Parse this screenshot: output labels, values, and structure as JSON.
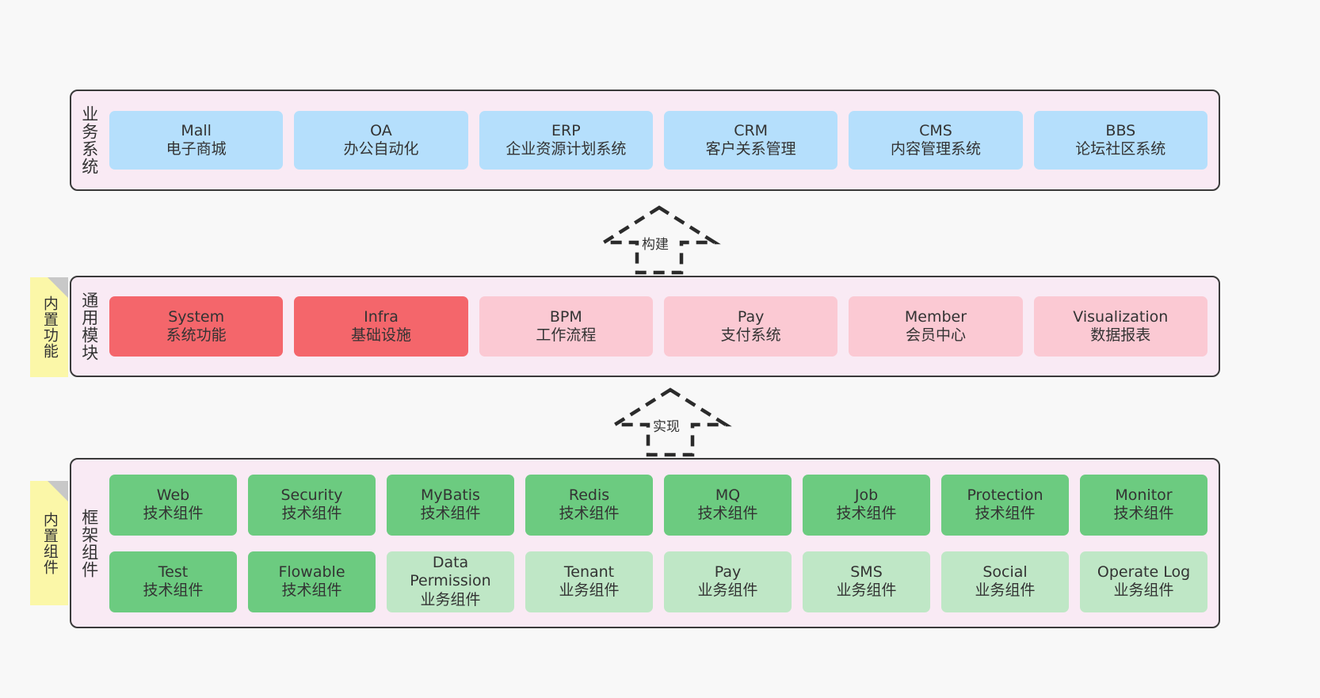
{
  "page": {
    "background": "#f8f8f8",
    "layer_fill": "#f9eaf4",
    "layer_border": "#3a3a3a",
    "note_fill": "#fbf7a8",
    "colors": {
      "business": "#b5dffc",
      "core_module": "#f4666b",
      "module": "#fbc9d3",
      "tech_component": "#6ccb80",
      "biz_component": "#bfe7c6"
    }
  },
  "layers": {
    "business": {
      "title": "业务系统",
      "cards": [
        {
          "en": "Mall",
          "cn": "电子商城"
        },
        {
          "en": "OA",
          "cn": "办公自动化"
        },
        {
          "en": "ERP",
          "cn": "企业资源计划系统"
        },
        {
          "en": "CRM",
          "cn": "客户关系管理"
        },
        {
          "en": "CMS",
          "cn": "内容管理系统"
        },
        {
          "en": "BBS",
          "cn": "论坛社区系统"
        }
      ]
    },
    "common": {
      "title": "通用模块",
      "note": "内置功能",
      "cards": [
        {
          "en": "System",
          "cn": "系统功能"
        },
        {
          "en": "Infra",
          "cn": "基础设施"
        },
        {
          "en": "BPM",
          "cn": "工作流程"
        },
        {
          "en": "Pay",
          "cn": "支付系统"
        },
        {
          "en": "Member",
          "cn": "会员中心"
        },
        {
          "en": "Visualization",
          "cn": "数据报表"
        }
      ]
    },
    "framework": {
      "title": "框架组件",
      "note": "内置组件",
      "row1": [
        {
          "en": "Web",
          "cn": "技术组件"
        },
        {
          "en": "Security",
          "cn": "技术组件"
        },
        {
          "en": "MyBatis",
          "cn": "技术组件"
        },
        {
          "en": "Redis",
          "cn": "技术组件"
        },
        {
          "en": "MQ",
          "cn": "技术组件"
        },
        {
          "en": "Job",
          "cn": "技术组件"
        },
        {
          "en": "Protection",
          "cn": "技术组件"
        },
        {
          "en": "Monitor",
          "cn": "技术组件"
        }
      ],
      "row2": [
        {
          "en": "Test",
          "cn": "技术组件"
        },
        {
          "en": "Flowable",
          "cn": "技术组件"
        },
        {
          "en": "Data Permission",
          "cn": "业务组件"
        },
        {
          "en": "Tenant",
          "cn": "业务组件"
        },
        {
          "en": "Pay",
          "cn": "业务组件"
        },
        {
          "en": "SMS",
          "cn": "业务组件"
        },
        {
          "en": "Social",
          "cn": "业务组件"
        },
        {
          "en": "Operate Log",
          "cn": "业务组件"
        }
      ]
    }
  },
  "arrows": {
    "build": "构建",
    "implement": "实现"
  }
}
